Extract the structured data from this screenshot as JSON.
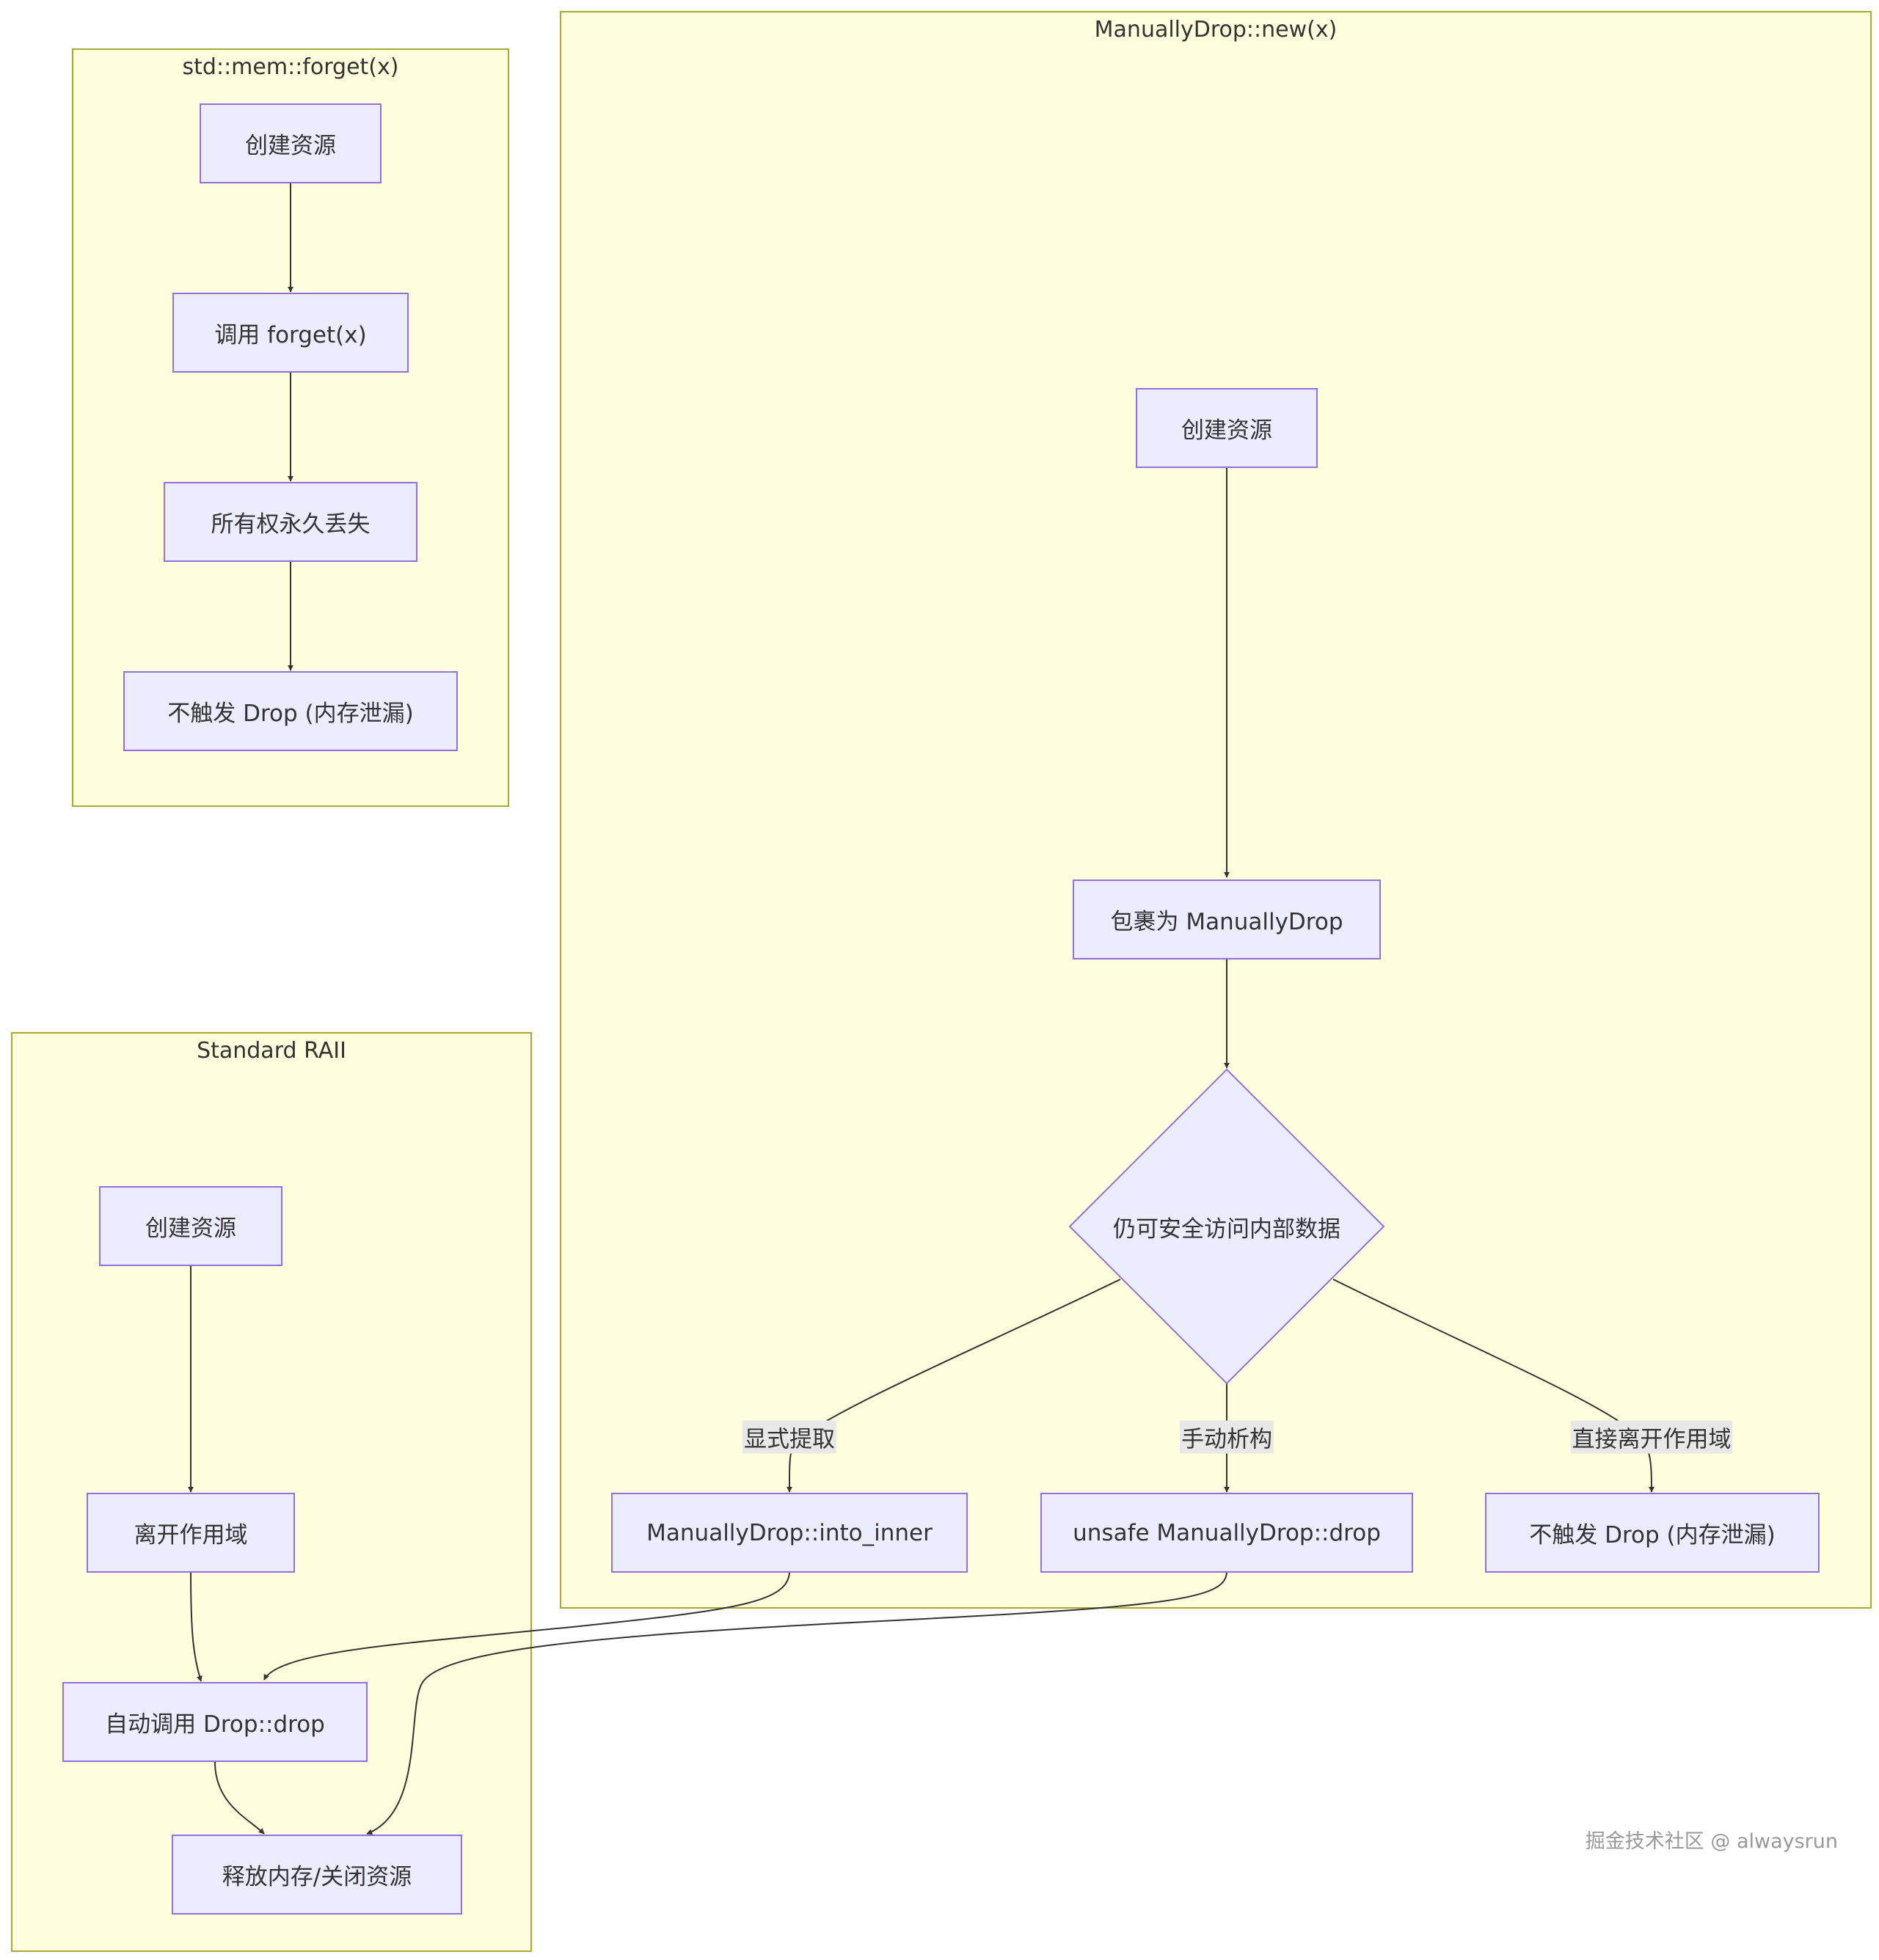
{
  "clusters": {
    "forget": {
      "title": "std::mem::forget(x)"
    },
    "manually": {
      "title": "ManuallyDrop::new(x)"
    },
    "raii": {
      "title": "Standard RAII"
    }
  },
  "forget_nodes": {
    "create": "创建资源",
    "call": "调用 forget(x)",
    "lost": "所有权永久丢失",
    "nodrop": "不触发 Drop (内存泄漏)"
  },
  "manually_nodes": {
    "create": "创建资源",
    "wrap": "包裹为 ManuallyDrop",
    "decision": "仍可安全访问内部数据",
    "into_inner": "ManuallyDrop::into_inner",
    "unsafe_drop": "unsafe ManuallyDrop::drop",
    "nodrop": "不触发 Drop (内存泄漏)"
  },
  "manually_edge_labels": {
    "explicit": "显式提取",
    "manual": "手动析构",
    "leave": "直接离开作用域"
  },
  "raii_nodes": {
    "create": "创建资源",
    "leave": "离开作用域",
    "auto_drop": "自动调用 Drop::drop",
    "release": "释放内存/关闭资源"
  },
  "watermark": "掘金技术社区 @ alwaysrun",
  "colors": {
    "cluster_fill": "#ffffde",
    "cluster_border": "#aaaa33",
    "node_fill": "#ececff",
    "node_border": "#9370db",
    "edge": "#333333",
    "edge_label_bg": "#e8e8e8"
  }
}
